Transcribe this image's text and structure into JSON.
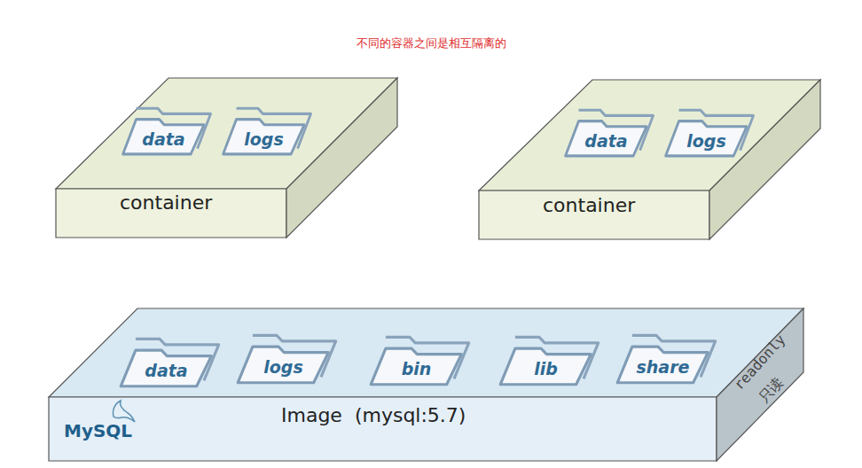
{
  "diagram": {
    "title": "不同的容器之间是相互隔离的",
    "nodes": [
      {
        "text": [
          "container"
        ]
      },
      {
        "text": [
          "data"
        ],
        "in": 0
      },
      {
        "text": [
          "logs"
        ],
        "in": 0
      },
      {
        "text": [
          "container"
        ]
      },
      {
        "text": [
          "data"
        ],
        "in": 3
      },
      {
        "text": [
          "logs"
        ],
        "in": 3
      },
      {
        "text": [
          "Image  (mysql:5.7)"
        ]
      },
      {
        "text": [
          "data"
        ],
        "in": 6
      },
      {
        "text": [
          "logs"
        ],
        "in": 6
      },
      {
        "text": [
          "bin"
        ],
        "in": 6
      },
      {
        "text": [
          "lib"
        ],
        "in": 6
      },
      {
        "text": [
          "share"
        ],
        "in": 6
      }
    ],
    "labels": [
      "MySQL",
      "readonly",
      "只读"
    ]
  }
}
